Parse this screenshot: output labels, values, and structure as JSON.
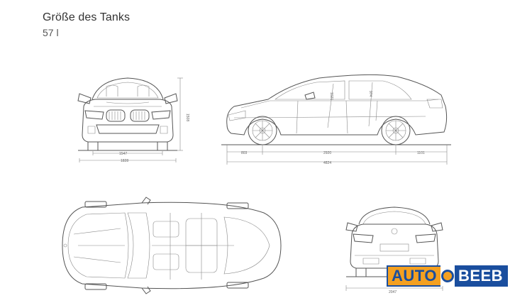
{
  "header": {
    "title": "Größe des Tanks",
    "value": "57 l"
  },
  "dimensions": {
    "front_height": "1508",
    "front_track": "1547",
    "front_width": "1828",
    "side_front_overhang": "803",
    "side_wheelbase": "2920",
    "side_rear_overhang": "1101",
    "side_length": "4824",
    "side_headroom_front": "1021",
    "side_headroom_rear": "974",
    "rear_width": "2047"
  },
  "logo": {
    "part1": "AUTO",
    "part2": "BEEB",
    "colors": {
      "orange": "#f4a020",
      "blue": "#1a4e9e"
    }
  }
}
